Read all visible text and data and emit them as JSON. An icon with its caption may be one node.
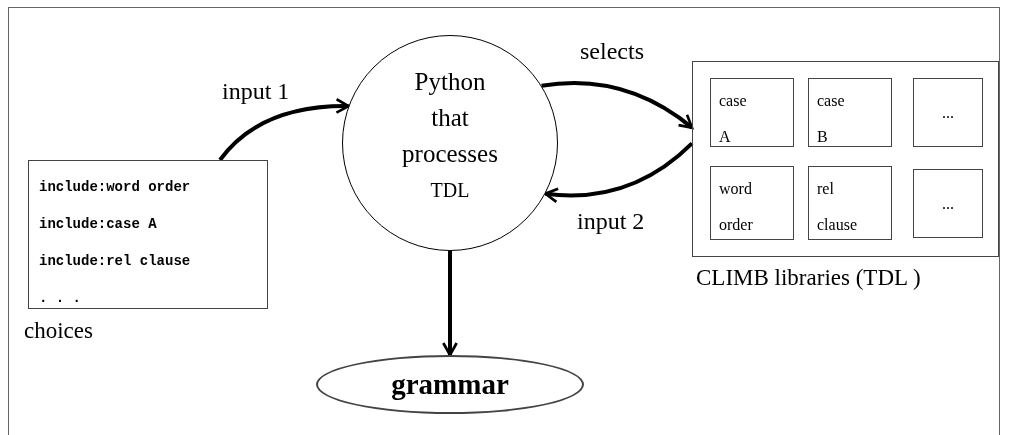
{
  "diagram": {
    "nodes": [
      {
        "text": [
          "include:word order",
          "include:case A",
          "include:rel clause",
          ". . ."
        ],
        "beside": [
          "choices"
        ]
      },
      {
        "text": [
          "Python that processes",
          "TDL"
        ]
      },
      {
        "text": [],
        "shape": "box",
        "beside": [
          "CLIMB libraries (TDL )"
        ]
      },
      {
        "text": [
          "case A"
        ],
        "in": 2
      },
      {
        "text": [
          "case B"
        ],
        "in": 2
      },
      {
        "text": [
          "..."
        ],
        "in": 2
      },
      {
        "text": [
          "word order"
        ],
        "in": 2
      },
      {
        "text": [
          "rel clause"
        ],
        "in": 2
      },
      {
        "text": [
          "..."
        ],
        "in": 2
      },
      {
        "text": [
          "grammar"
        ]
      }
    ],
    "edges": [
      {
        "from": 0,
        "to": 1,
        "arrow": "to",
        "label": "input 1"
      },
      {
        "from": 1,
        "to": 2,
        "arrow": "to",
        "label": "selects"
      },
      {
        "from": 2,
        "to": 1,
        "arrow": "to",
        "label": "input 2"
      },
      {
        "from": 1,
        "to": 9,
        "arrow": "to"
      }
    ]
  }
}
